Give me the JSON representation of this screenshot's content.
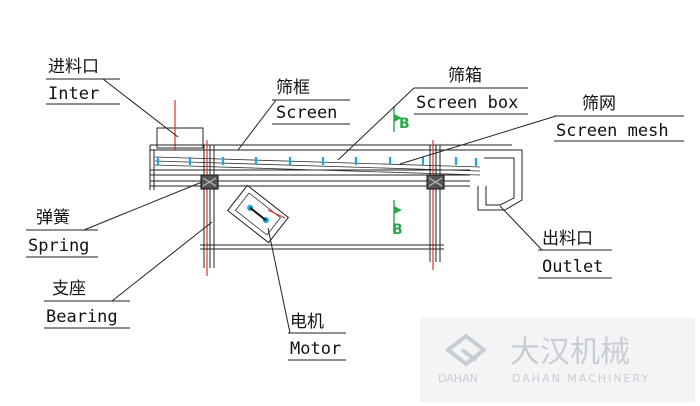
{
  "labels": {
    "inlet_zh": "进料口",
    "inlet_en": "Inter",
    "frame_zh": "筛框",
    "frame_en": "Screen",
    "box_zh": "筛箱",
    "box_en": "Screen box",
    "mesh_zh": "筛网",
    "mesh_en": "Screen mesh",
    "spring_zh": "弹簧",
    "spring_en": "Spring",
    "bearing_zh": "支座",
    "bearing_en": "Bearing",
    "motor_zh": "电机",
    "motor_en": "Motor",
    "outlet_zh": "出料口",
    "outlet_en": "Outlet"
  },
  "section_marks": {
    "top": "B",
    "bottom": "B"
  },
  "watermark": {
    "brand_zh": "大汉机械",
    "brand_en": "DAHAN MACHINERY",
    "logo_text": "DAHAN"
  },
  "colors": {
    "line": "#222222",
    "accent_red": "#e0302e",
    "mesh": "#1aa8d8",
    "section": "#2aa84a"
  }
}
